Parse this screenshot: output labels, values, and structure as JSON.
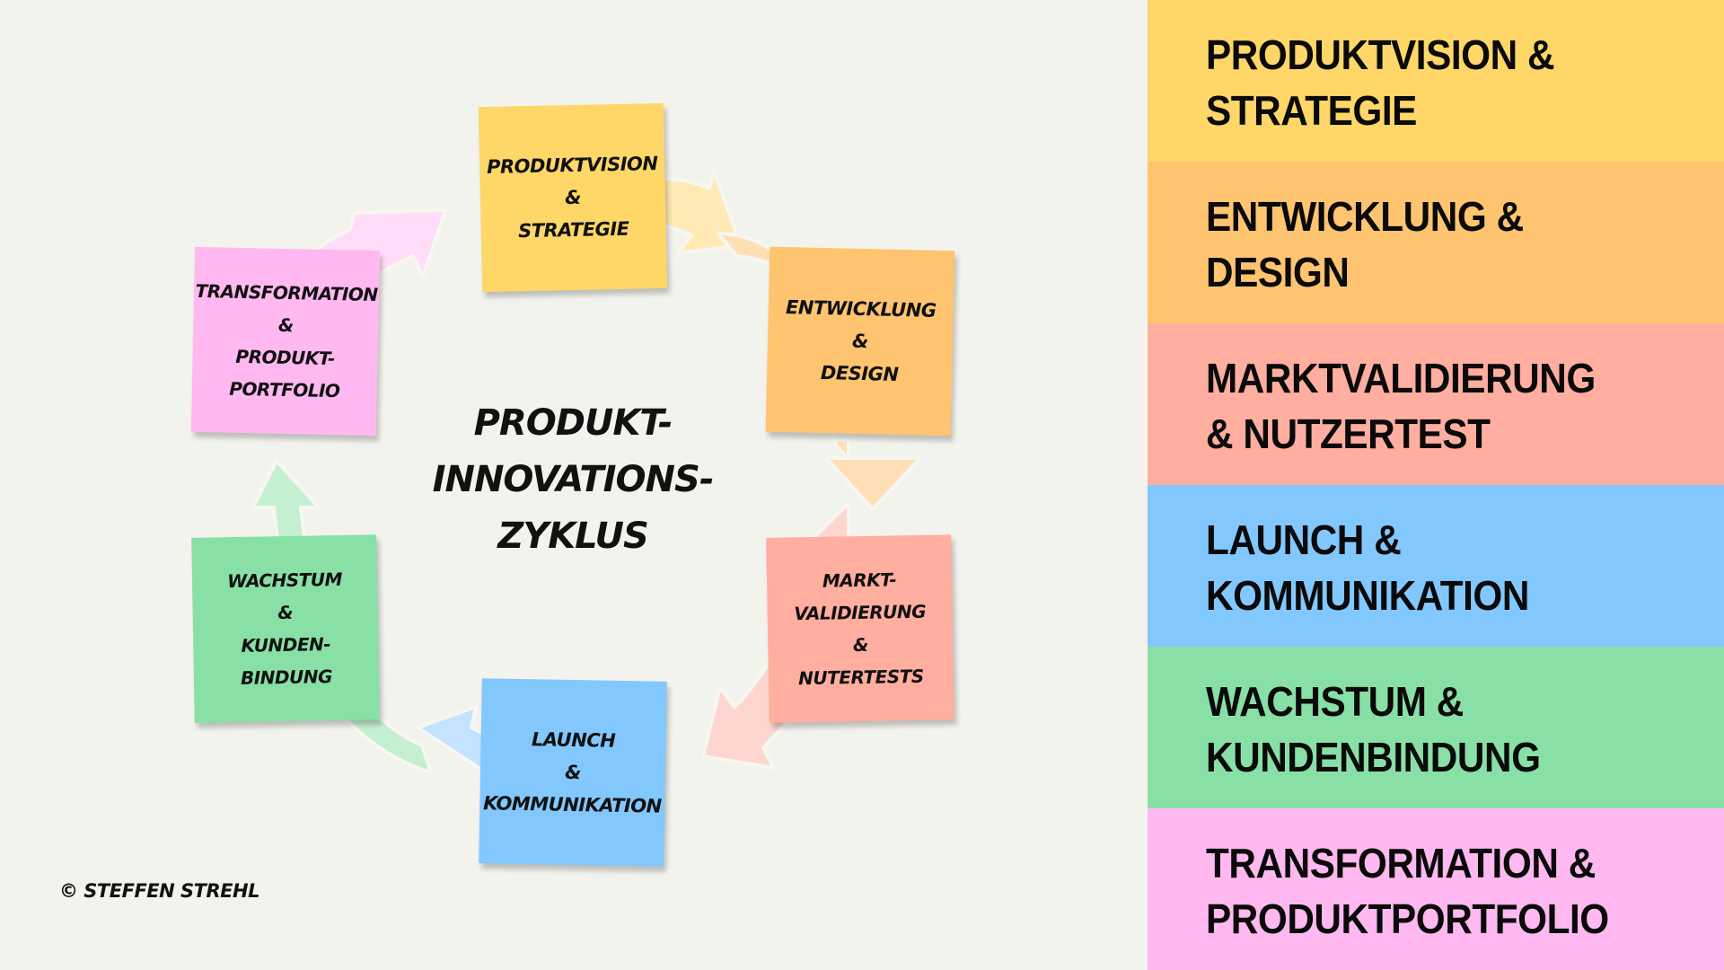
{
  "diagram": {
    "title_lines": [
      "PRODUKT-",
      "INNOVATIONS-",
      "ZYKLUS"
    ],
    "copyright": "© STEFFEN STREHL",
    "notes": [
      {
        "id": "produktvision",
        "lines": [
          "PRODUKTVISION",
          "&",
          "STRATEGIE"
        ],
        "color": "#ffd768",
        "arrow_color": "#ffeab5"
      },
      {
        "id": "entwicklung",
        "lines": [
          "ENTWICKLUNG",
          "&",
          "DESIGN"
        ],
        "color": "#ffc470",
        "arrow_color": "#ffdfb5"
      },
      {
        "id": "marktvalidierung",
        "lines": [
          "MARKT-",
          "VALIDIERUNG",
          "&",
          "NUTERTESTS"
        ],
        "color": "#ffaea0",
        "arrow_color": "#ffd6cf"
      },
      {
        "id": "launch",
        "lines": [
          "LAUNCH",
          "&",
          "KOMMUNIKATION"
        ],
        "color": "#82c8ff",
        "arrow_color": "#c4e3ff"
      },
      {
        "id": "wachstum",
        "lines": [
          "WACHSTUM",
          "&",
          "KUNDEN-",
          "BINDUNG"
        ],
        "color": "#88e0a6",
        "arrow_color": "#c5efd1"
      },
      {
        "id": "transformation",
        "lines": [
          "TRANSFORMATION",
          "&",
          "PRODUKT-",
          "PORTFOLIO"
        ],
        "color": "#ffb9f0",
        "arrow_color": "#ffdcf7"
      }
    ]
  },
  "legend": {
    "bands": [
      {
        "lines": [
          "PRODUKTVISION &",
          "STRATEGIE"
        ],
        "color": "#ffd768"
      },
      {
        "lines": [
          "ENTWICKLUNG &",
          "DESIGN"
        ],
        "color": "#ffc470"
      },
      {
        "lines": [
          "MARKTVALIDIERUNG",
          "& NUTZERTEST"
        ],
        "color": "#ffaea0"
      },
      {
        "lines": [
          "LAUNCH &",
          "KOMMUNIKATION"
        ],
        "color": "#82c8ff"
      },
      {
        "lines": [
          "WACHSTUM &",
          "KUNDENBINDUNG"
        ],
        "color": "#88e0a6"
      },
      {
        "lines": [
          "TRANSFORMATION &",
          "PRODUKTPORTFOLIO"
        ],
        "color": "#ffb9f0"
      }
    ]
  },
  "colors": {
    "background": "#f3f3ee",
    "text": "#111111"
  }
}
